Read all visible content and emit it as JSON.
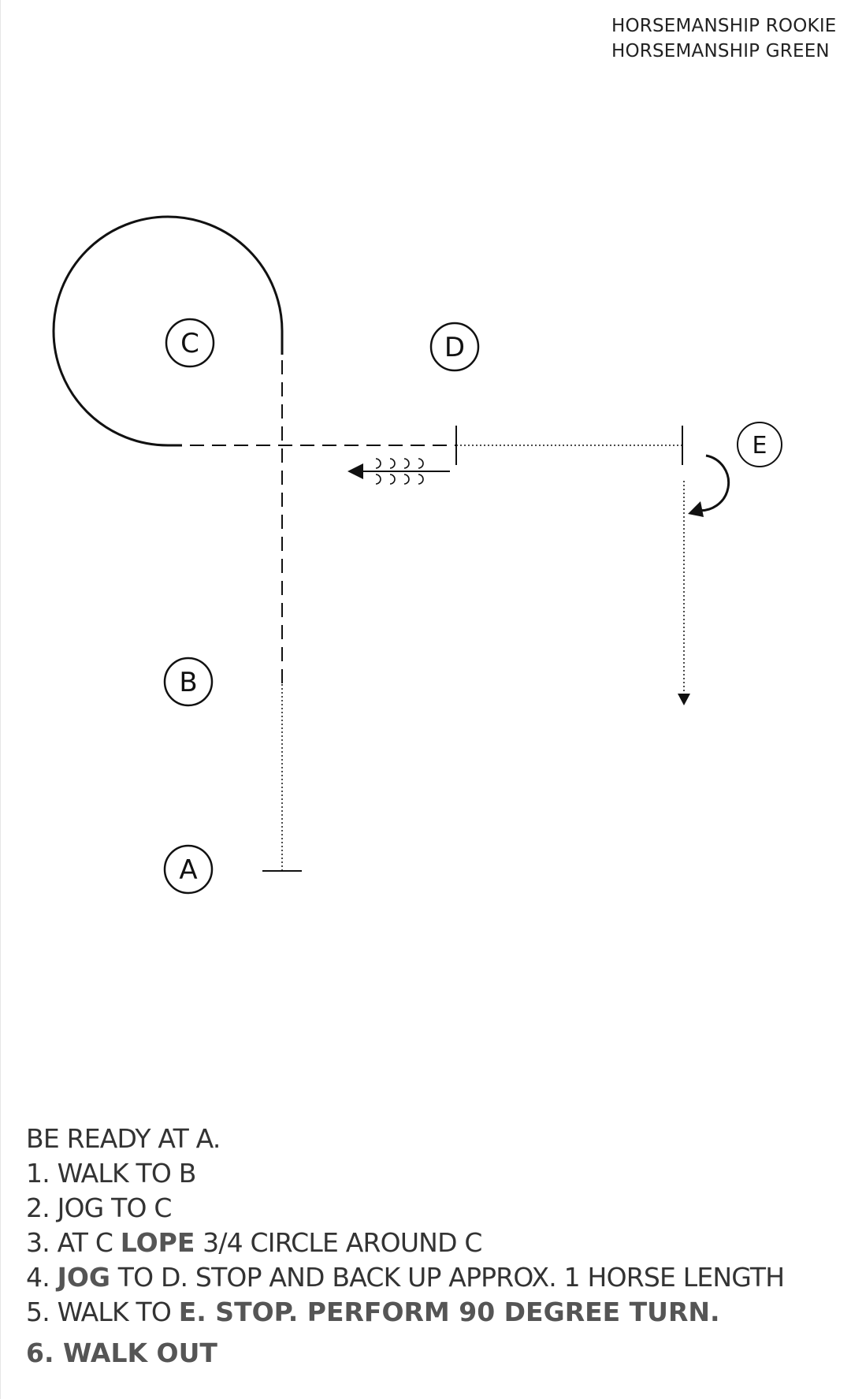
{
  "header": {
    "title_line1": "HORSEMANSHIP ROOKIE",
    "title_line2": "HORSEMANSHIP GREEN"
  },
  "diagram": {
    "markers": [
      "C",
      "D",
      "E",
      "B",
      "A"
    ],
    "stroke_color": "#111111"
  },
  "instructions": {
    "ready": "BE READY AT A.",
    "step1": "1. WALK TO B",
    "step2": "2. JOG TO C",
    "step3_prefix": "3. AT C",
    "step3_gait": "LOPE",
    "step3_rest": "3/4 CIRCLE AROUND C",
    "step4_number": "4.",
    "step4_gait": "JOG",
    "step4_rest": "TO D. STOP AND BACK UP APPROX. 1 HORSE LENGTH",
    "step5_prefix": "5. WALK TO",
    "step5_rest": "E. STOP. PERFORM 90 DEGREE TURN.",
    "step6": "6. WALK OUT"
  }
}
